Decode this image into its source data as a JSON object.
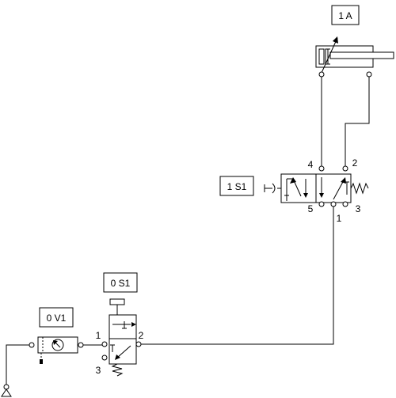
{
  "diagram": {
    "component_labels": {
      "cylinder": "1 A",
      "main_valve": "1 S1",
      "start_valve": "0 S1",
      "service_unit": "0 V1"
    },
    "ports": {
      "main_valve_4": "4",
      "main_valve_2": "2",
      "main_valve_5": "5",
      "main_valve_1": "1",
      "main_valve_3": "3",
      "start_valve_1": "1",
      "start_valve_2": "2",
      "start_valve_3": "3"
    }
  }
}
